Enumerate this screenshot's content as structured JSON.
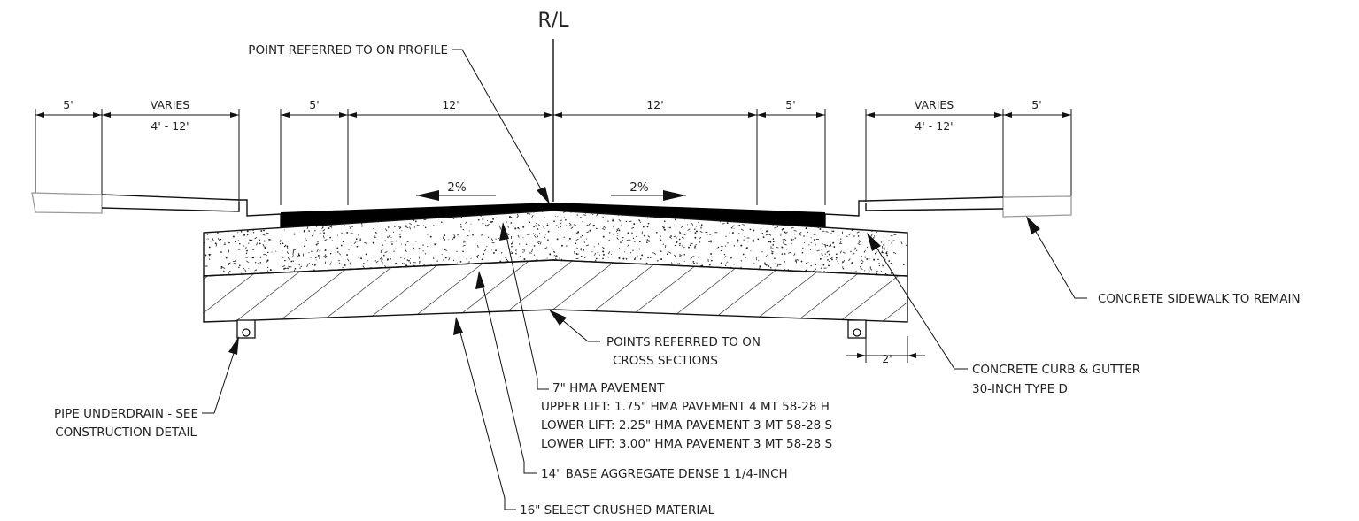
{
  "reference_line": "R/L",
  "labels": {
    "profile_point": "POINT REFERRED TO ON PROFILE",
    "sidewalk": "CONCRETE SIDEWALK TO REMAIN",
    "cross_sections_1": "POINTS REFERRED TO ON",
    "cross_sections_2": "CROSS SECTIONS",
    "curb_1": "CONCRETE CURB & GUTTER",
    "curb_2": "30-INCH TYPE D",
    "hma_title": "7\" HMA PAVEMENT",
    "hma_upper": "UPPER LIFT: 1.75\" HMA PAVEMENT 4 MT 58-28 H",
    "hma_lower1": "LOWER LIFT: 2.25\" HMA PAVEMENT 3 MT 58-28 S",
    "hma_lower2": "LOWER LIFT: 3.00\" HMA PAVEMENT 3 MT 58-28 S",
    "underdrain_1": "PIPE UNDERDRAIN - SEE",
    "underdrain_2": "CONSTRUCTION DETAIL",
    "base": "14\" BASE AGGREGATE DENSE 1 1/4-INCH",
    "select": "16\" SELECT CRUSHED MATERIAL"
  },
  "dimensions": {
    "left_walk": "5'",
    "left_varies": "VARIES",
    "left_varies_range": "4' - 12'",
    "left_shoulder": "5'",
    "left_lane": "12'",
    "right_lane": "12'",
    "right_shoulder": "5'",
    "right_varies": "VARIES",
    "right_varies_range": "4' - 12'",
    "right_walk": "5'",
    "underdrain_offset": "2'"
  },
  "slopes": {
    "left": "2%",
    "right": "2%"
  }
}
